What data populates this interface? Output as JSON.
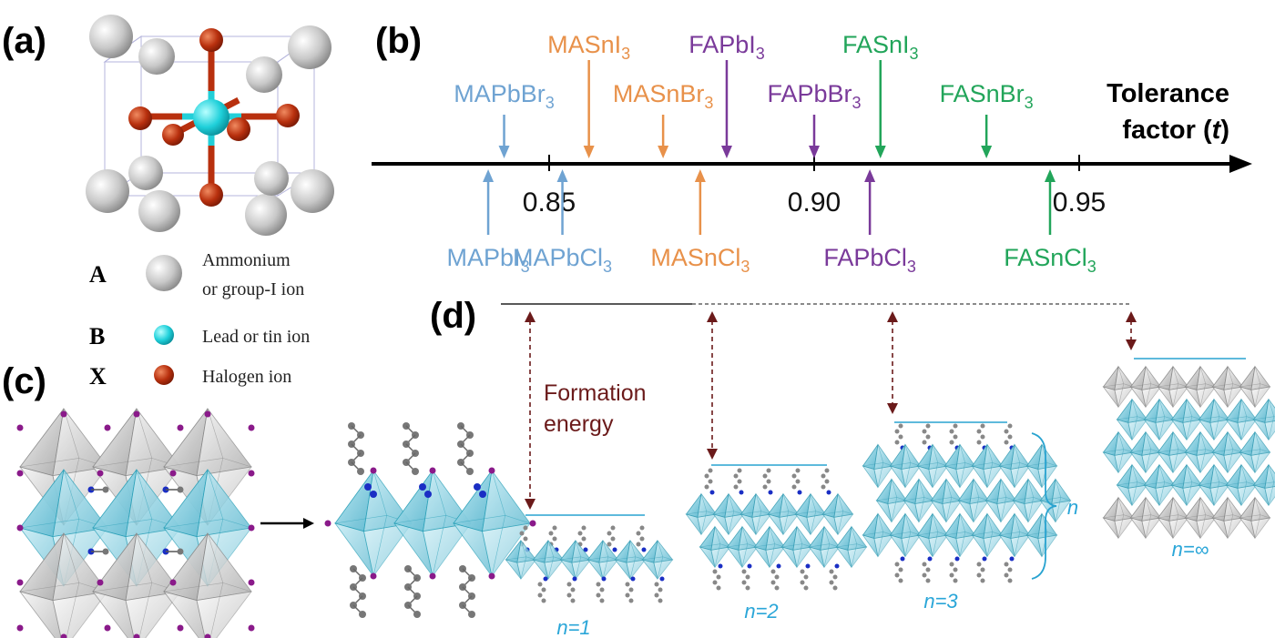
{
  "panels": {
    "a": "(a)",
    "b": "(b)",
    "c": "(c)",
    "d": "(d)"
  },
  "legend": [
    {
      "letter": "A",
      "text1": "Ammonium",
      "text2": "or group-I ion",
      "color": "#d0d0d0"
    },
    {
      "letter": "B",
      "text1": "Lead or tin ion",
      "text2": "",
      "color": "#22cfd8"
    },
    {
      "letter": "X",
      "text1": "Halogen ion",
      "text2": "",
      "color": "#b8300e"
    }
  ],
  "axis": {
    "title_line1": "Tolerance",
    "title_line2": "factor (",
    "title_var": "t",
    "title_close": ")",
    "ticks": [
      {
        "value": 0.85,
        "label": "0.85"
      },
      {
        "value": 0.9,
        "label": "0.90"
      },
      {
        "value": 0.95,
        "label": "0.95"
      }
    ]
  },
  "compounds": [
    {
      "base": "MAPbBr",
      "sub": "3",
      "t": 0.8415,
      "side": "above",
      "row": 2,
      "color": "#6fa3d2"
    },
    {
      "base": "MASnI",
      "sub": "3",
      "t": 0.8575,
      "side": "above",
      "row": 1,
      "color": "#e8914a"
    },
    {
      "base": "MASnBr",
      "sub": "3",
      "t": 0.8715,
      "side": "above",
      "row": 2,
      "color": "#e8914a"
    },
    {
      "base": "FAPbI",
      "sub": "3",
      "t": 0.8835,
      "side": "above",
      "row": 1,
      "color": "#7a3a9a"
    },
    {
      "base": "FAPbBr",
      "sub": "3",
      "t": 0.9,
      "side": "above",
      "row": 2,
      "color": "#7a3a9a"
    },
    {
      "base": "FASnI",
      "sub": "3",
      "t": 0.9125,
      "side": "above",
      "row": 1,
      "color": "#22a55a"
    },
    {
      "base": "FASnBr",
      "sub": "3",
      "t": 0.9325,
      "side": "above",
      "row": 2,
      "color": "#22a55a"
    },
    {
      "base": "MAPbI",
      "sub": "3",
      "t": 0.8385,
      "side": "below",
      "color": "#6fa3d2"
    },
    {
      "base": "MAPbCl",
      "sub": "3",
      "t": 0.8525,
      "side": "below",
      "color": "#6fa3d2"
    },
    {
      "base": "MASnCl",
      "sub": "3",
      "t": 0.8785,
      "side": "below",
      "color": "#e8914a"
    },
    {
      "base": "FAPbCl",
      "sub": "3",
      "t": 0.9105,
      "side": "below",
      "color": "#7a3a9a"
    },
    {
      "base": "FASnCl",
      "sub": "3",
      "t": 0.9445,
      "side": "below",
      "color": "#22a55a"
    }
  ],
  "formation": {
    "label_line1": "Formation",
    "label_line2": "energy",
    "levels": [
      {
        "n_label": "n=1"
      },
      {
        "n_label": "n=2"
      },
      {
        "n_label": "n=3"
      },
      {
        "n_label": "n=∞"
      }
    ],
    "brace_label": "n"
  },
  "colors": {
    "axis": "#000000",
    "energy_arrow": "#6b1a1a",
    "energy_level": "#29a3d0",
    "n_label": "#2aa6d8",
    "octahedron": "#6cc8dc"
  }
}
